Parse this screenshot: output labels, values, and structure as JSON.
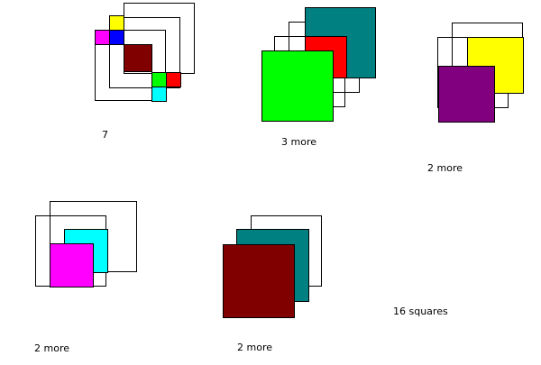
{
  "colors": {
    "yellow": "#ffff00",
    "magenta": "#ff00ff",
    "blue": "#0000ff",
    "maroon": "#800000",
    "green": "#00ff00",
    "red": "#ff0000",
    "cyan": "#00ffff",
    "teal": "#008080",
    "purple": "#800080",
    "outline": "#000000"
  },
  "captions": {
    "group1": "7",
    "group2": "3 more",
    "group3": "2 more",
    "group4": "2 more",
    "group5": "2 more",
    "total": "16 squares"
  },
  "groups": [
    {
      "name": "group-1",
      "squares": [
        {
          "fill": "none",
          "name": "outline-square"
        },
        {
          "fill": "none",
          "name": "outline-square"
        },
        {
          "fill": "none",
          "name": "outline-square"
        },
        {
          "fill": "yellow",
          "name": "yellow-square"
        },
        {
          "fill": "magenta",
          "name": "magenta-square"
        },
        {
          "fill": "blue",
          "name": "blue-square"
        },
        {
          "fill": "maroon",
          "name": "maroon-square"
        },
        {
          "fill": "green",
          "name": "green-square"
        },
        {
          "fill": "red",
          "name": "red-square"
        },
        {
          "fill": "cyan",
          "name": "cyan-square"
        }
      ]
    },
    {
      "name": "group-2",
      "squares": [
        {
          "fill": "none",
          "name": "outline-square"
        },
        {
          "fill": "none",
          "name": "outline-square"
        },
        {
          "fill": "teal",
          "name": "teal-square"
        },
        {
          "fill": "red",
          "name": "red-square"
        },
        {
          "fill": "green",
          "name": "green-square"
        }
      ]
    },
    {
      "name": "group-3",
      "squares": [
        {
          "fill": "none",
          "name": "outline-square"
        },
        {
          "fill": "none",
          "name": "outline-square"
        },
        {
          "fill": "yellow",
          "name": "yellow-square"
        },
        {
          "fill": "purple",
          "name": "purple-square"
        }
      ]
    },
    {
      "name": "group-4",
      "squares": [
        {
          "fill": "none",
          "name": "outline-square"
        },
        {
          "fill": "none",
          "name": "outline-square"
        },
        {
          "fill": "cyan",
          "name": "cyan-square"
        },
        {
          "fill": "magenta",
          "name": "magenta-square"
        }
      ]
    },
    {
      "name": "group-5",
      "squares": [
        {
          "fill": "none",
          "name": "outline-square"
        },
        {
          "fill": "teal",
          "name": "teal-square"
        },
        {
          "fill": "maroon",
          "name": "maroon-square"
        }
      ]
    }
  ]
}
